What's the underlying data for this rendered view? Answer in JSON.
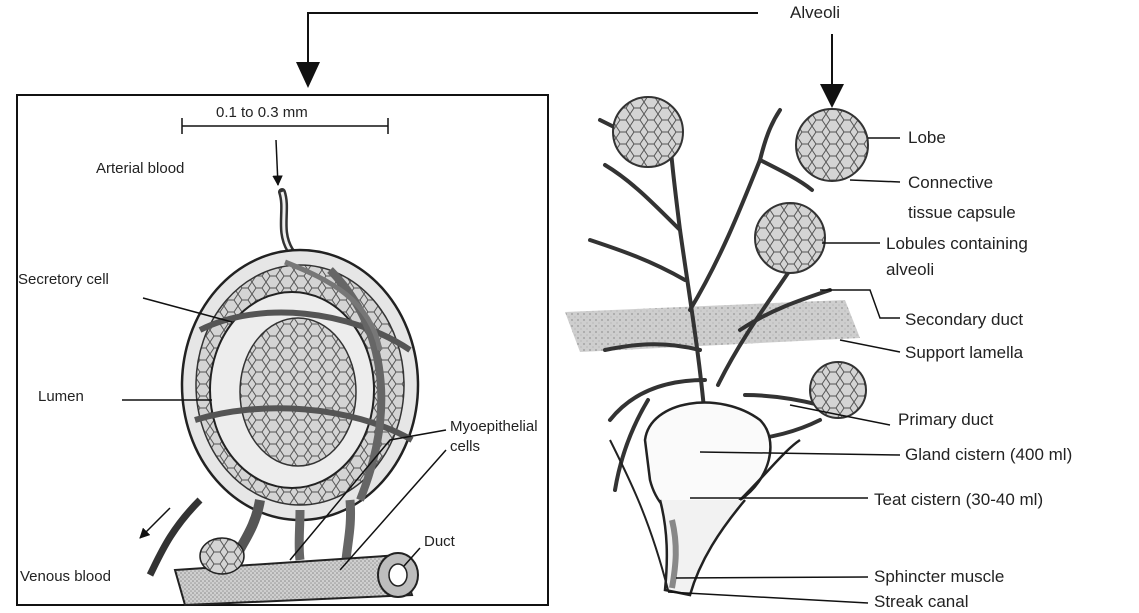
{
  "left_panel": {
    "scale_label": "0.1 to 0.3 mm",
    "arterial_blood": "Arterial blood",
    "secretory_cell": "Secretory cell",
    "lumen": "Lumen",
    "myoepithelial_cells": [
      "Myoepithelial",
      "cells"
    ],
    "venous_blood": "Venous blood",
    "duct": "Duct"
  },
  "top_label": "Alveoli",
  "right_panel": {
    "lobe": "Lobe",
    "connective_tissue_capsule": [
      "Connective",
      "tissue capsule"
    ],
    "lobules_containing_alveoli": [
      "Lobules containing",
      "alveoli"
    ],
    "secondary_duct": "Secondary duct",
    "support_lamella": "Support lamella",
    "primary_duct": "Primary duct",
    "gland_cistern": "Gland cistern (400 ml)",
    "teat_cistern": "Teat cistern (30-40 ml)",
    "sphincter_muscle": "Sphincter muscle",
    "streak_canal": "Streak canal"
  }
}
